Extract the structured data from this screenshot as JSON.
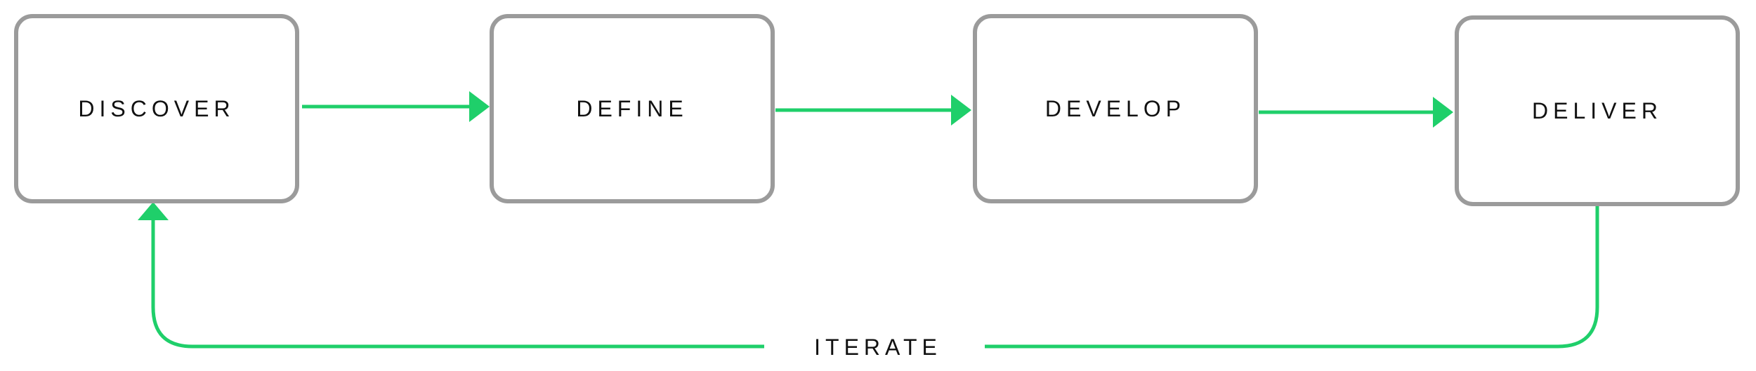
{
  "diagram": {
    "stages": [
      {
        "label": "DISCOVER"
      },
      {
        "label": "DEFINE"
      },
      {
        "label": "DEVELOP"
      },
      {
        "label": "DELIVER"
      }
    ],
    "loop_label": "ITERATE"
  },
  "colors": {
    "box_border": "#9b9b9b",
    "arrow": "#1fcf6a",
    "text": "#111111"
  }
}
